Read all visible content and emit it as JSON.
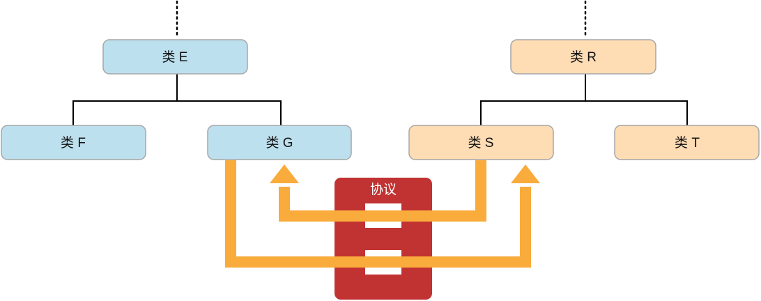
{
  "colors": {
    "blue_fill": "#bde0ee",
    "orange_fill": "#fedcb4",
    "node_stroke": "#a6a6a6",
    "tree_line": "#000000",
    "arrow": "#f9ab3b",
    "protocol": "#c13232",
    "slot": "#ffffff"
  },
  "nodes": {
    "e": "类 E",
    "f": "类 F",
    "g": "类 G",
    "r": "类 R",
    "s": "类 S",
    "t": "类 T"
  },
  "protocol": {
    "label": "协议"
  }
}
